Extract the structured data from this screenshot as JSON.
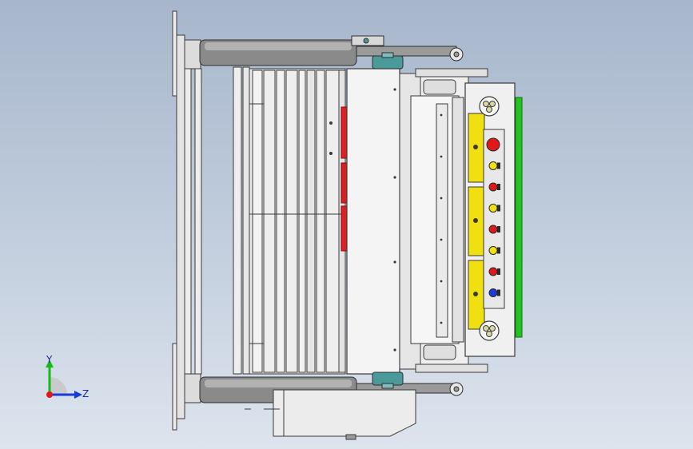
{
  "viewport": {
    "background_top": "#a7b6cc",
    "background_bottom": "#dde4ee"
  },
  "triad": {
    "y_label": "Y",
    "z_label": "Z",
    "colors": {
      "y": "#19b919",
      "z": "#1a3bd6",
      "origin": "#e01818"
    }
  },
  "model": {
    "colors": {
      "frame": "#ececec",
      "edge": "#3a3a3a",
      "cylinder": "#8a8a8a",
      "panel_yellow": "#f0e010",
      "red_part": "#e02020",
      "green_strip": "#22c322",
      "teal_hub": "#4a9a9a"
    },
    "panel_indicators": [
      {
        "name": "emergency-stop",
        "color": "#e01818"
      },
      {
        "name": "indicator-1",
        "color": "#f0e010"
      },
      {
        "name": "indicator-2",
        "color": "#e01818"
      },
      {
        "name": "indicator-3",
        "color": "#f0e010"
      },
      {
        "name": "indicator-4",
        "color": "#e01818"
      },
      {
        "name": "indicator-5",
        "color": "#f0e010"
      },
      {
        "name": "indicator-6",
        "color": "#e01818"
      },
      {
        "name": "indicator-7",
        "color": "#1a3bd6"
      }
    ]
  }
}
